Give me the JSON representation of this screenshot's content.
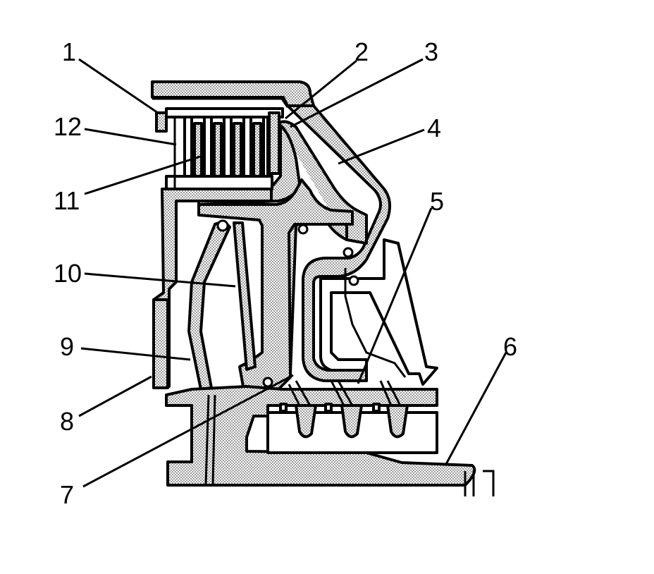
{
  "diagram": {
    "colors": {
      "ink": "#000000",
      "shade": "#d9d9d9",
      "paper": "#ffffff"
    },
    "callouts": [
      {
        "id": "1",
        "label": "1"
      },
      {
        "id": "2",
        "label": "2"
      },
      {
        "id": "3",
        "label": "3"
      },
      {
        "id": "4",
        "label": "4"
      },
      {
        "id": "5",
        "label": "5"
      },
      {
        "id": "6",
        "label": "6"
      },
      {
        "id": "7",
        "label": "7"
      },
      {
        "id": "8",
        "label": "8"
      },
      {
        "id": "9",
        "label": "9"
      },
      {
        "id": "10",
        "label": "10"
      },
      {
        "id": "11",
        "label": "11"
      },
      {
        "id": "12",
        "label": "12"
      }
    ]
  }
}
